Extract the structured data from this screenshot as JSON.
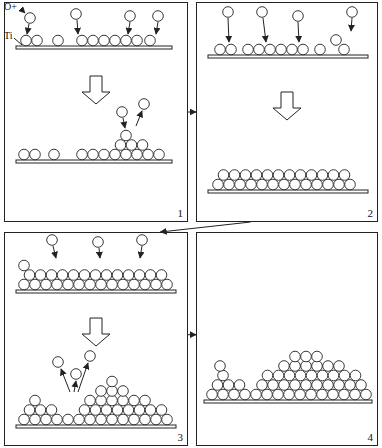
{
  "diagram": {
    "nodes": [
      {
        "text": [
          "1"
        ]
      },
      {
        "text": [
          "2"
        ]
      },
      {
        "text": [
          "3"
        ]
      },
      {
        "text": [
          "4"
        ]
      }
    ],
    "edges": [
      {
        "from": 0,
        "to": 1,
        "arrow": "to"
      },
      {
        "from": 1,
        "to": 2,
        "arrow": "to"
      },
      {
        "from": 2,
        "to": 3,
        "arrow": "to"
      }
    ],
    "labels": [
      "O+",
      "Ti"
    ]
  }
}
